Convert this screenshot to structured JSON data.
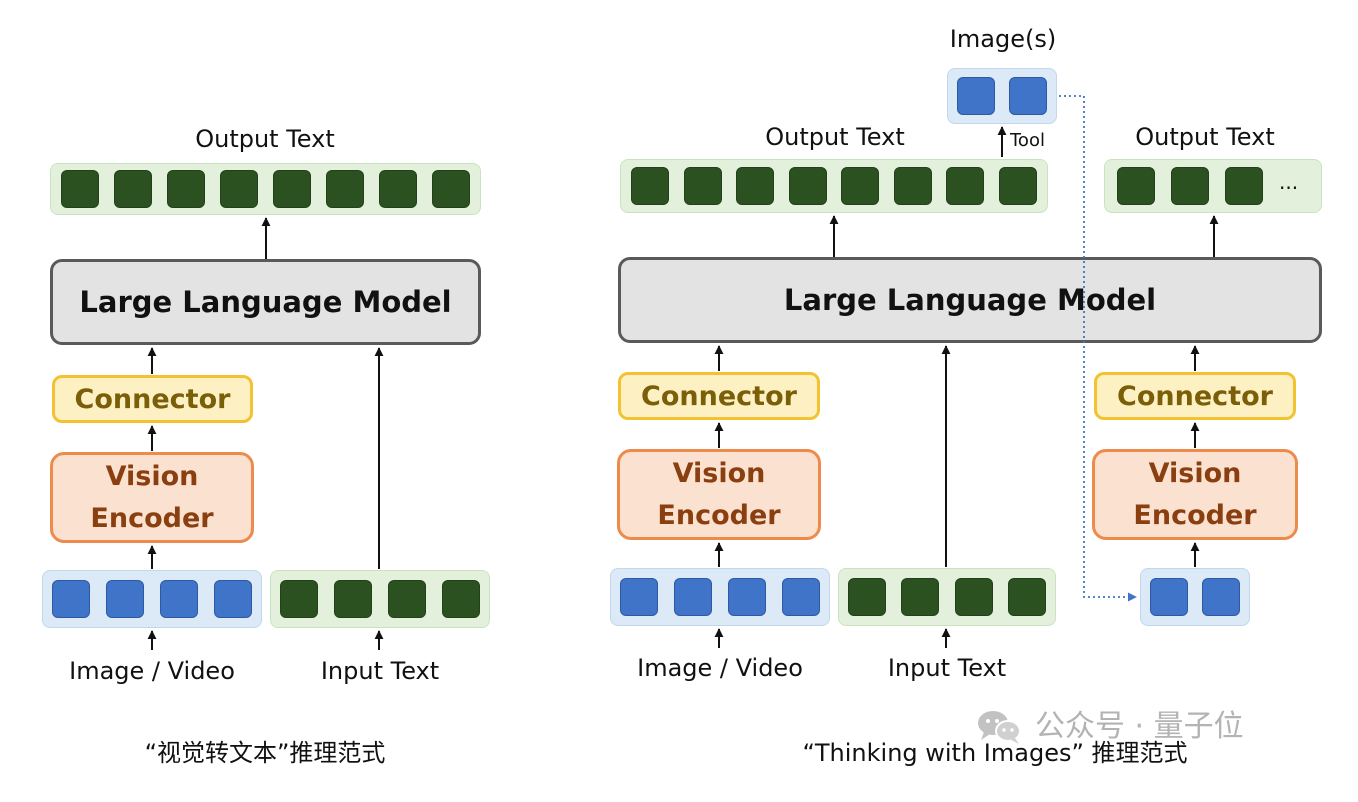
{
  "left": {
    "output_label": "Output Text",
    "llm_label": "Large Language Model",
    "connector_label": "Connector",
    "encoder_line1": "Vision",
    "encoder_line2": "Encoder",
    "image_label": "Image / Video",
    "text_label": "Input Text",
    "caption": "“视觉转文本”推理范式",
    "output_token_count": 8,
    "image_token_count": 4,
    "input_token_count": 4
  },
  "right": {
    "images_label": "Image(s)",
    "tool_label": "Tool",
    "output_label_1": "Output Text",
    "output_label_2": "Output Text",
    "ellipsis": "...",
    "llm_label": "Large Language Model",
    "connector_label_1": "Connector",
    "connector_label_2": "Connector",
    "encoder_line1": "Vision",
    "encoder_line2": "Encoder",
    "image_label": "Image / Video",
    "text_label": "Input Text",
    "caption": "“Thinking with Images” 推理范式",
    "output_token_count_1": 8,
    "output_token_count_2": 3,
    "image_token_count": 4,
    "input_token_count": 4,
    "tool_image_token_count": 2,
    "new_image_token_count": 2
  },
  "watermark": {
    "text": "公众号 · 量子位",
    "icon": "wechat-icon"
  },
  "colors": {
    "text_token": "#2c5120",
    "image_token": "#3f74c8",
    "llm_fill": "#e3e3e3",
    "connector_border": "#f2c230",
    "encoder_border": "#ec8b4c",
    "tool_arrow": "#3f74c8"
  }
}
